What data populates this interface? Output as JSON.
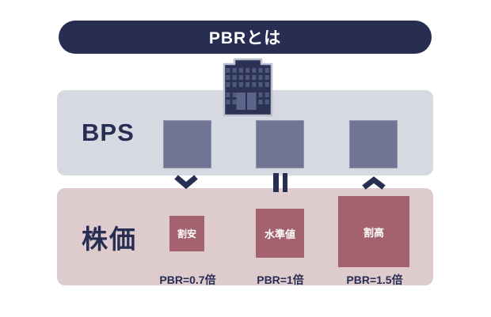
{
  "header": {
    "title": "PBRとは"
  },
  "bps_section": {
    "label": "BPS"
  },
  "price_section": {
    "label": "株価",
    "columns": [
      {
        "tag": "割安",
        "pbr_label": "PBR=0.7倍",
        "relation_icon": "chevron-down-icon",
        "relative_size": "small"
      },
      {
        "tag": "水準値",
        "pbr_label": "PBR=1倍",
        "relation_icon": "equals-icon",
        "relative_size": "medium"
      },
      {
        "tag": "割高",
        "pbr_label": "PBR=1.5倍",
        "relation_icon": "chevron-up-icon",
        "relative_size": "large"
      }
    ]
  },
  "icons": {
    "building": "building-icon"
  },
  "colors": {
    "navy": "#272e52",
    "band_gray": "#d6d9e2",
    "bps_square": "#6f7593",
    "band_pink": "#decbce",
    "price_square": "#a3626e",
    "text_on_square": "#ffffff",
    "background": "#ffffff"
  }
}
